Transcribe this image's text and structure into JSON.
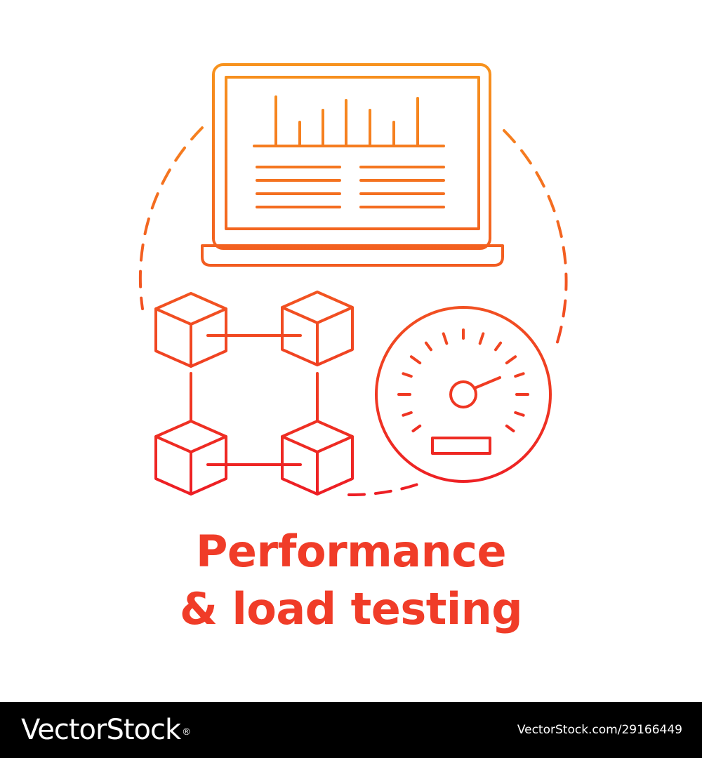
{
  "title": {
    "line1": "Performance",
    "line2": "& load testing"
  },
  "watermark": {
    "brand": "VectorStock",
    "brand_mark": "®",
    "image_id": "VectorStock.com/29166449"
  },
  "colors": {
    "gradient_top": "#f7931e",
    "gradient_bottom": "#ed1c24",
    "title": "#f03c28",
    "bar_background": "#000000",
    "bar_text": "#ffffff"
  },
  "icons": [
    "laptop-icon",
    "blockchain-cubes-icon",
    "speedometer-icon"
  ]
}
